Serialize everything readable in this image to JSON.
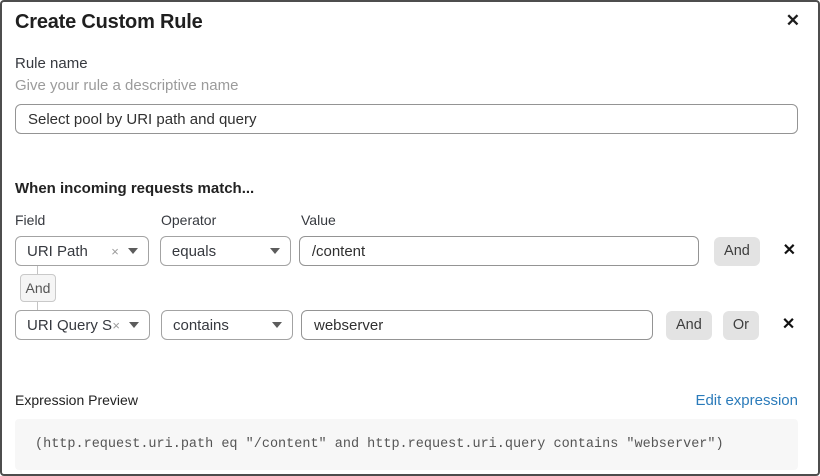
{
  "dialog": {
    "title": "Create Custom Rule",
    "close_icon": "✕"
  },
  "rule_name": {
    "label": "Rule name",
    "hint": "Give your rule a descriptive name",
    "value": "Select pool by URI path and query"
  },
  "matcher": {
    "heading": "When incoming requests match...",
    "columns": {
      "field": "Field",
      "operator": "Operator",
      "value": "Value"
    },
    "connector_label": "And",
    "clear_icon": "×",
    "remove_icon": "✕",
    "rows": [
      {
        "field": "URI Path",
        "operator": "equals",
        "value": "/content",
        "and_label": "And"
      },
      {
        "field": "URI Query St...",
        "operator": "contains",
        "value": "webserver",
        "and_label": "And",
        "or_label": "Or"
      }
    ]
  },
  "expression": {
    "label": "Expression Preview",
    "edit_link": "Edit expression",
    "code": "(http.request.uri.path eq \"/content\" and http.request.uri.query contains \"webserver\")"
  },
  "colors": {
    "link_blue": "#2b7bba",
    "button_gray": "#e3e3e3",
    "border_dark": "#4d4d4d",
    "code_bg": "#f7f7f7"
  }
}
